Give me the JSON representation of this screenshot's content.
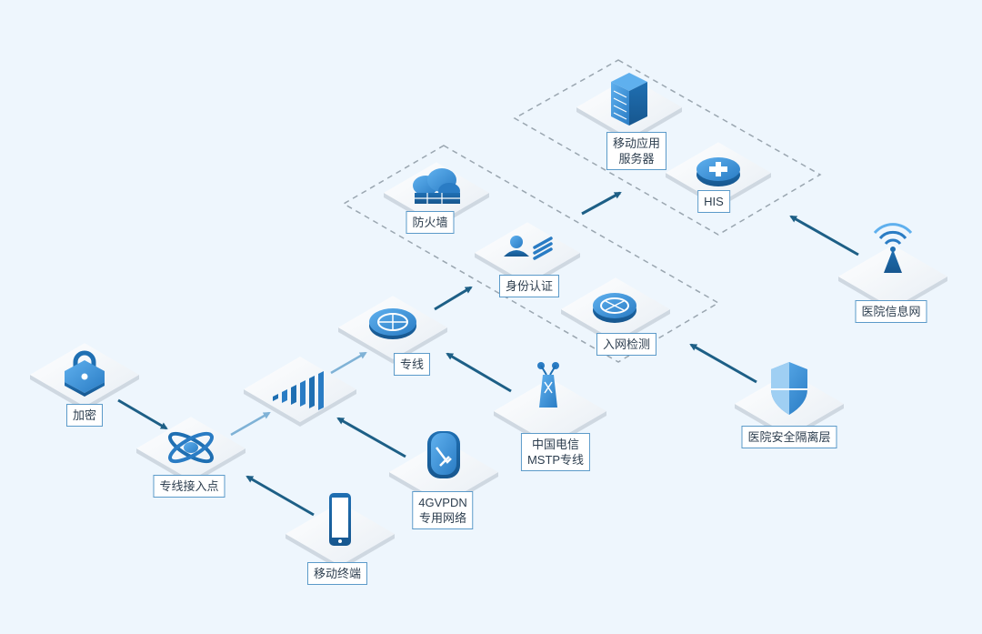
{
  "colors": {
    "background": "#eef6fd",
    "accent": "#1f6fb2",
    "arrow": "#1d5f86",
    "arrow_light": "#7fb2d6",
    "group_border": "#9aa6b0"
  },
  "nodes": {
    "encryption": {
      "label": "加密",
      "icon": "padlock-icon"
    },
    "line_access_point": {
      "label": "专线接入点",
      "icon": "network-node-icon"
    },
    "mobile_terminal": {
      "label": "移动终端",
      "icon": "smartphone-icon"
    },
    "signal": {
      "label": "",
      "icon": "signal-bars-icon"
    },
    "vpdn": {
      "line1": "4GVPDN",
      "line2": "专用网络",
      "icon": "cloud-network-icon"
    },
    "dedicated_line": {
      "label": "专线",
      "icon": "globe-refresh-icon"
    },
    "mstp": {
      "line1": "中国电信",
      "line2": "MSTP专线",
      "icon": "antenna-tower-icon"
    },
    "firewall": {
      "label": "防火墙",
      "icon": "firewall-cloud-icon"
    },
    "identity_auth": {
      "label": "身份认证",
      "icon": "id-card-icon"
    },
    "access_detection": {
      "label": "入网检测",
      "icon": "detection-disc-icon"
    },
    "mobile_app_server": {
      "line1": "移动应用",
      "line2": "服务器",
      "icon": "server-rack-icon"
    },
    "his": {
      "label": "HIS",
      "icon": "medical-cross-icon"
    },
    "hospital_info_network": {
      "label": "医院信息网",
      "icon": "broadcast-signal-icon"
    },
    "hospital_security_layer": {
      "label": "医院安全隔离层",
      "icon": "shield-icon"
    }
  }
}
